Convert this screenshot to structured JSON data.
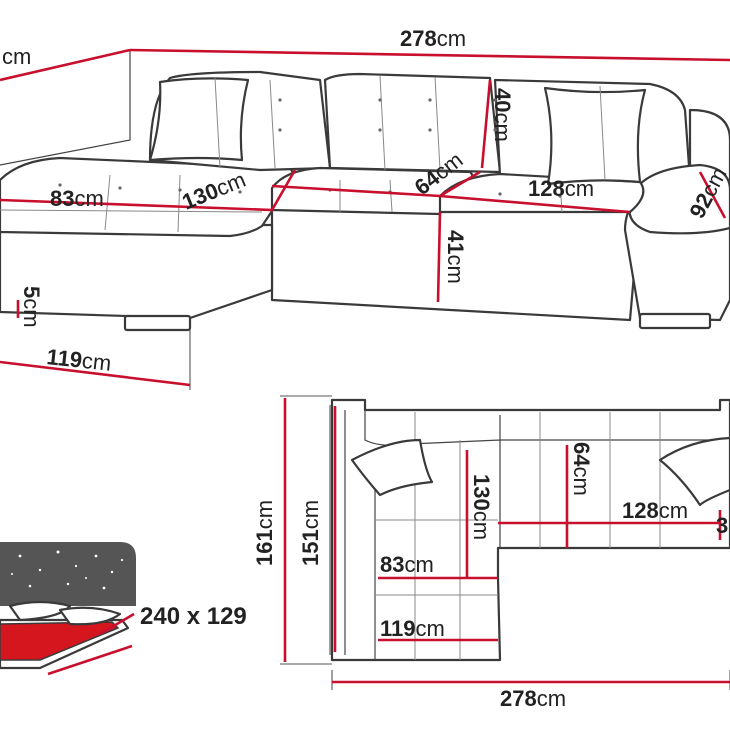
{
  "dimensions": {
    "top_cm": "cm",
    "top_width": {
      "value": "278",
      "unit": "cm"
    },
    "back_height": {
      "value": "40",
      "unit": "cm"
    },
    "chaise_depth": {
      "value": "83",
      "unit": "cm"
    },
    "chaise_length": {
      "value": "130",
      "unit": "cm"
    },
    "seat_depth": {
      "value": "64",
      "unit": "cm"
    },
    "seat_width": {
      "value": "128",
      "unit": "cm"
    },
    "arm_depth": {
      "value": "92",
      "unit": "cm"
    },
    "seat_height": {
      "value": "41",
      "unit": "cm"
    },
    "leg_height": {
      "value": "5",
      "unit": "cm"
    },
    "chaise_total_width": {
      "value": "119",
      "unit": "cm"
    }
  },
  "plan": {
    "total_depth": {
      "value": "161",
      "unit": "cm"
    },
    "inner_depth": {
      "value": "151",
      "unit": "cm"
    },
    "chaise_length": {
      "value": "130",
      "unit": "cm"
    },
    "seat_depth": {
      "value": "64",
      "unit": "cm"
    },
    "seat_width": {
      "value": "128",
      "unit": "cm"
    },
    "arm_partial": {
      "value": "3",
      "unit": ""
    },
    "chaise_depth": {
      "value": "83",
      "unit": "cm"
    },
    "chaise_total_width": {
      "value": "119",
      "unit": "cm"
    },
    "total_width": {
      "value": "278",
      "unit": "cm"
    }
  },
  "bed": {
    "size_label": "240 x 129"
  }
}
